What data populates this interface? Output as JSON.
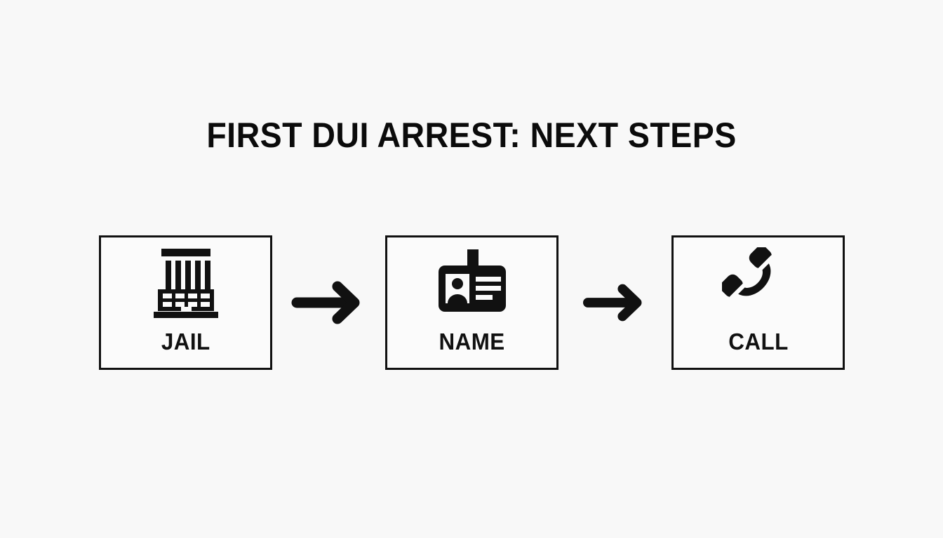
{
  "slide": {
    "background_color": "#f8f8f8",
    "ink_color": "#111111",
    "title": "FIRST DUI ARREST: NEXT STEPS"
  },
  "flow": {
    "steps": [
      {
        "label": "JAIL",
        "icon": "jail-building-icon"
      },
      {
        "label": "NAME",
        "icon": "id-badge-icon"
      },
      {
        "label": "CALL",
        "icon": "phone-handset-icon"
      }
    ],
    "connectors": [
      {
        "icon": "arrow-right-icon"
      },
      {
        "icon": "arrow-right-icon"
      }
    ]
  }
}
